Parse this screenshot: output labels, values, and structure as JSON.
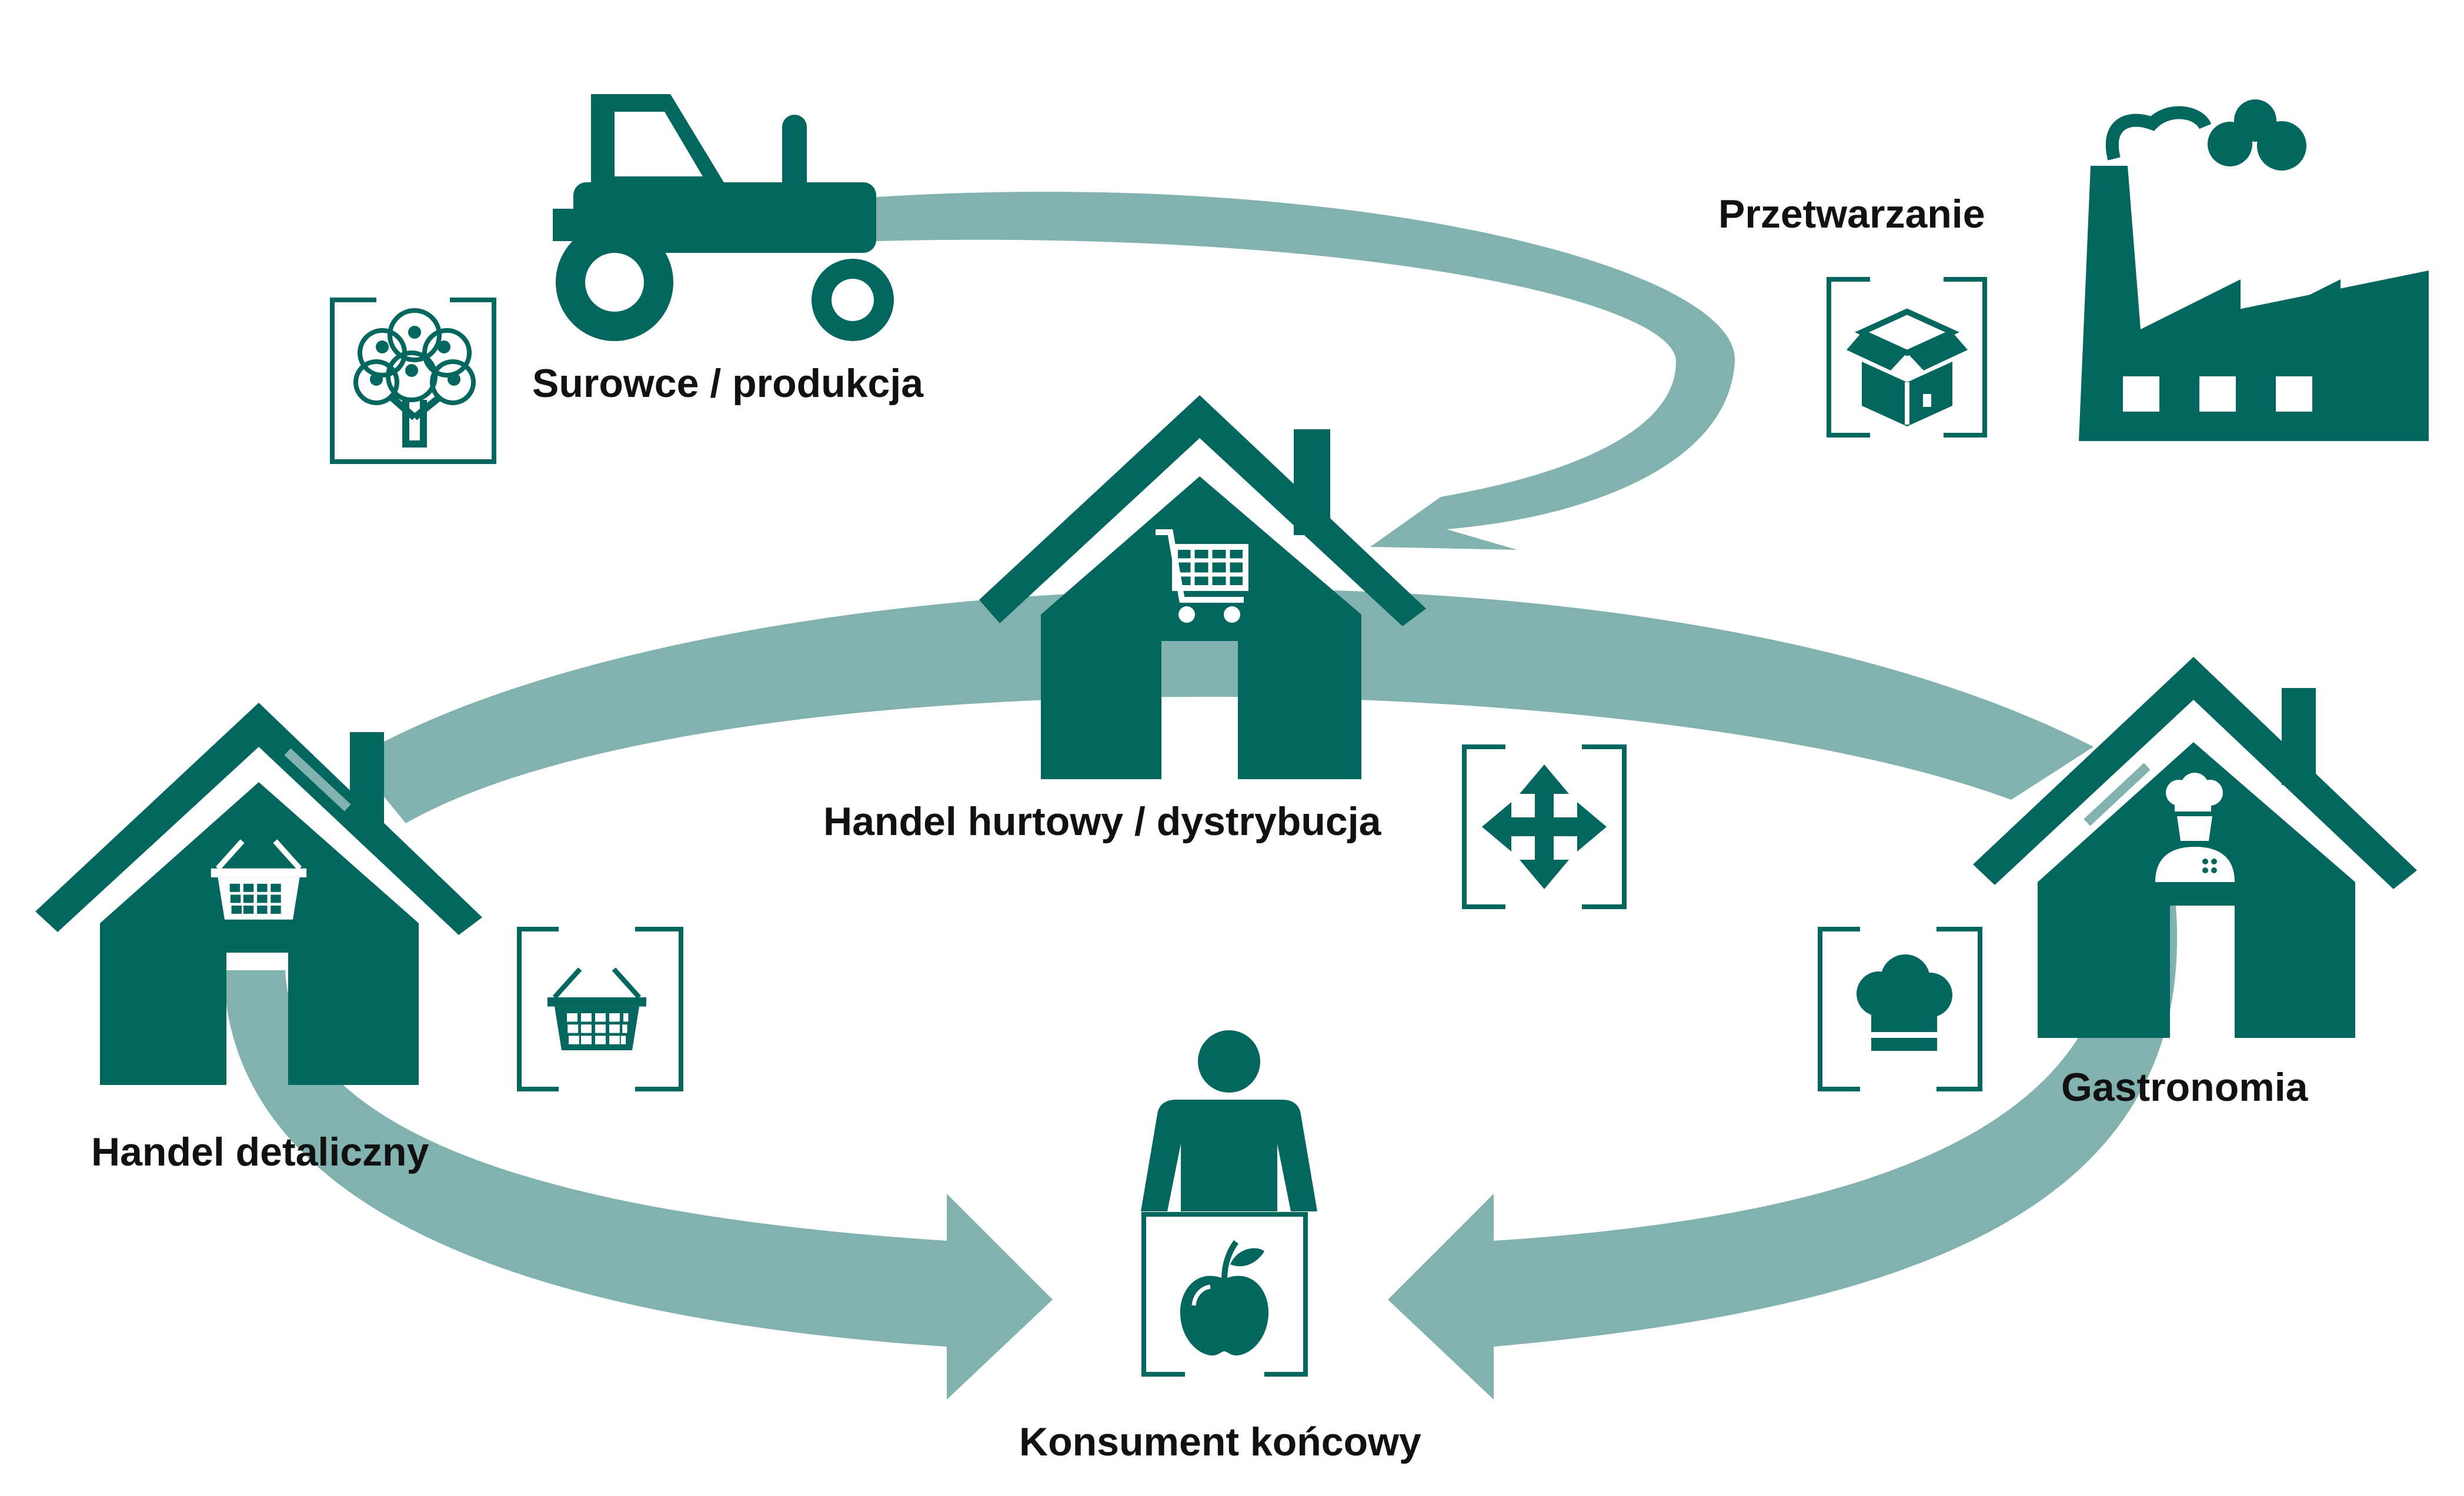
{
  "labels": {
    "raw_materials": "Surowce / produkcja",
    "processing": "Przetwarzanie",
    "wholesale": "Handel hurtowy / dystrybucja",
    "retail": "Handel detaliczny",
    "gastronomy": "Gastronomia",
    "consumer": "Konsument końcowy"
  },
  "colors": {
    "primary": "#03665F",
    "arrow": "#82B2B0",
    "text": "#111111",
    "background": "#FFFFFF"
  },
  "icons": [
    "tractor-icon",
    "fruit-tree-icon",
    "factory-icon",
    "box-icon",
    "wholesale-house-icon",
    "shopping-cart-icon",
    "move-arrows-icon",
    "retail-house-icon",
    "basket-icon",
    "gastronomy-house-icon",
    "chef-icon",
    "chef-hat-icon",
    "consumer-icon",
    "apple-icon"
  ]
}
